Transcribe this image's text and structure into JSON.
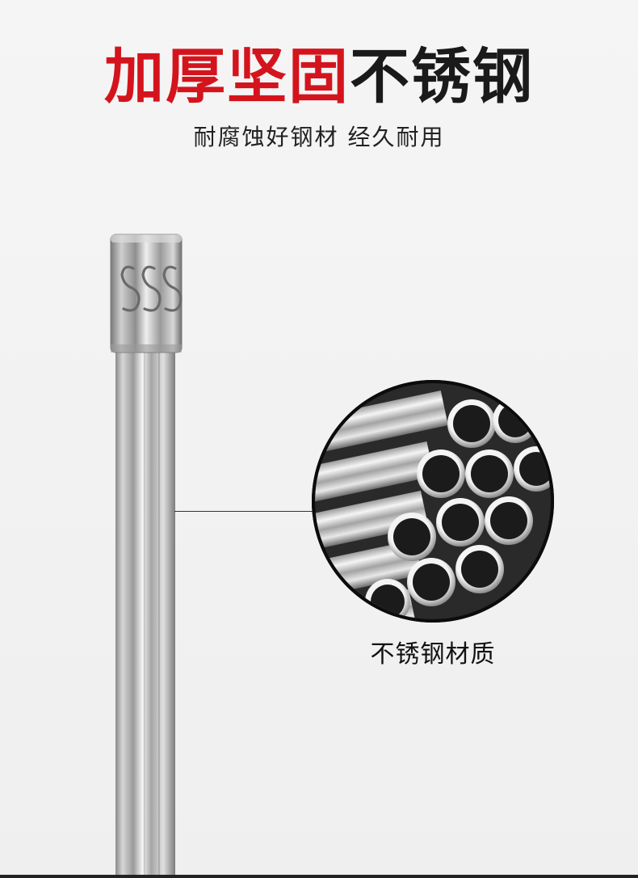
{
  "headline": {
    "red": "加厚坚固",
    "black": "不锈钢"
  },
  "subtitle": "耐腐蚀好钢材 经久耐用",
  "caption": "不锈钢材质",
  "colors": {
    "accent_red": "#d4141d",
    "text_dark": "#1a1a1a",
    "background": "#f3f3f3"
  },
  "icons": {
    "cap_emboss": "sss-emboss-icon"
  }
}
